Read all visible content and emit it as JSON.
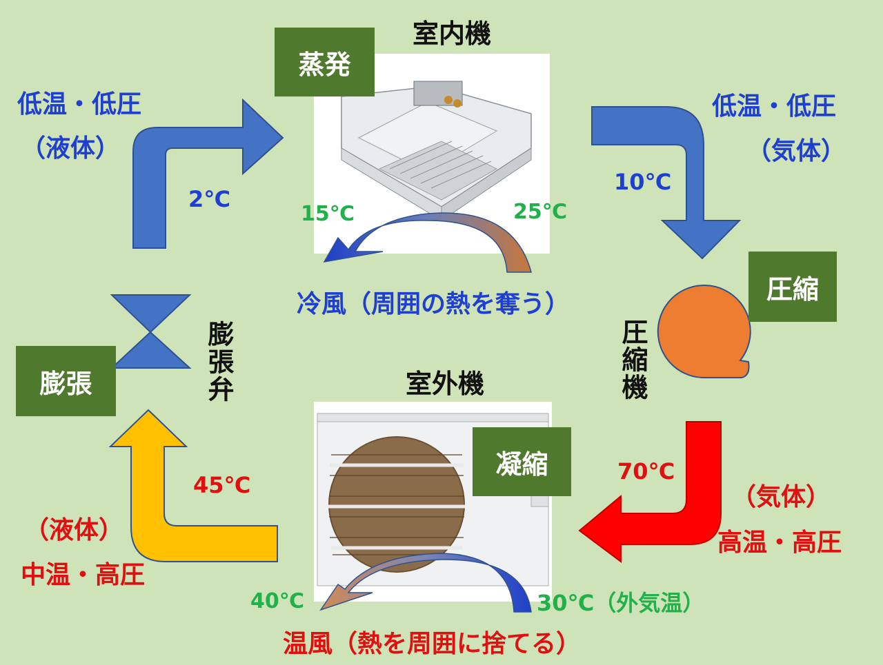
{
  "indoor_unit": {
    "title": "室内機",
    "process": "蒸発",
    "inlet_temp": "25℃",
    "outlet_temp": "15℃",
    "airflow": "冷風（周囲の熱を奪う）"
  },
  "outdoor_unit": {
    "title": "室外機",
    "process": "凝縮",
    "inlet_temp": "30℃（外気温）",
    "outlet_temp": "40℃",
    "airflow": "温風（熱を周囲に捨てる）"
  },
  "compressor": {
    "label": "圧縮機",
    "process": "圧縮"
  },
  "expansion_valve": {
    "label": "膨張弁",
    "process": "膨張"
  },
  "states": {
    "left_top": {
      "line1": "低温・低圧",
      "line2": "（液体）",
      "temp": "2℃"
    },
    "right_top": {
      "line1": "低温・低圧",
      "line2": "（気体）",
      "temp": "10℃"
    },
    "right_bottom": {
      "line1": "（気体）",
      "line2": "高温・高圧",
      "temp": "70℃"
    },
    "left_bottom": {
      "line1": "（液体）",
      "line2": "中温・高圧",
      "temp": "45℃"
    }
  },
  "colors": {
    "background": "#cfe3b8",
    "low_temp_arrow": "#4472c4",
    "high_temp_arrow": "#ff0000",
    "mid_temp_arrow": "#ffc000",
    "compressor": "#ed7d31",
    "process_box": "#4f7a2e"
  },
  "icons": [
    "indoor-cassette-unit-image",
    "outdoor-unit-image",
    "compressor-icon",
    "expansion-valve-icon"
  ]
}
